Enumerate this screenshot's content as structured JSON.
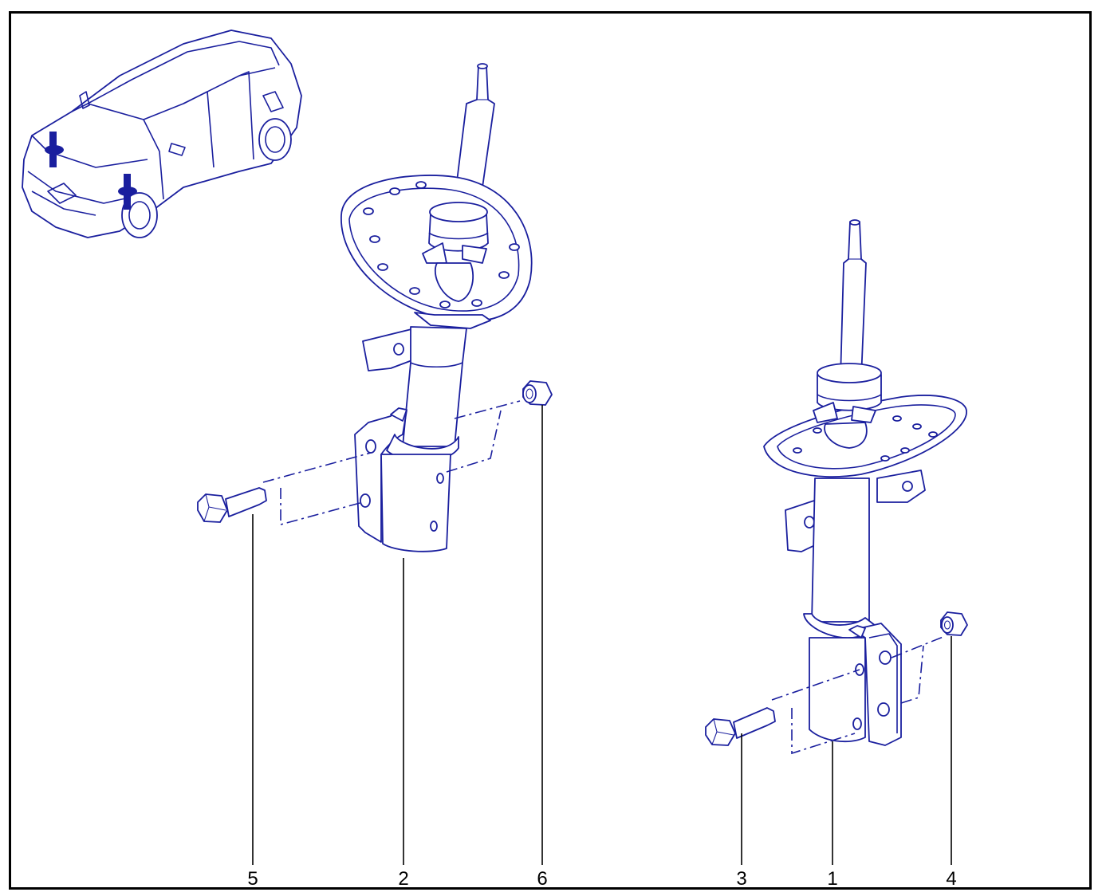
{
  "colors": {
    "line": "#1a1f9e",
    "frame": "#000000",
    "background": "#ffffff"
  },
  "callouts": [
    {
      "label": "5",
      "part": "bolt-left"
    },
    {
      "label": "2",
      "part": "strut-left"
    },
    {
      "label": "6",
      "part": "nut-left"
    },
    {
      "label": "3",
      "part": "bolt-right"
    },
    {
      "label": "1",
      "part": "strut-right"
    },
    {
      "label": "4",
      "part": "nut-right"
    }
  ]
}
